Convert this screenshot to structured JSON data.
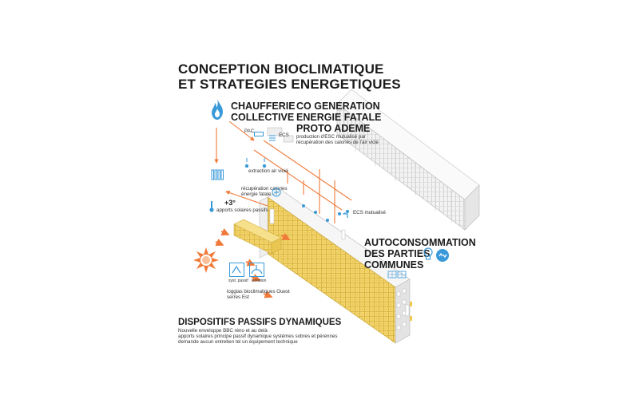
{
  "title": {
    "line1": "CONCEPTION BIOCLIMATIQUE",
    "line2": "ET STRATEGIES ENERGETIQUES"
  },
  "chaufferie": {
    "line1": "CHAUFFERIE",
    "line2": "COLLECTIVE",
    "icon": "flame-icon"
  },
  "cogeneration": {
    "line1": "CO GENERATION",
    "line2": "ENERGIE FATALE",
    "line3": "PROTO ADEME",
    "desc1": "production d'ESC mutualisé par",
    "desc2": "récupération des calories de l'air vicié"
  },
  "labels": {
    "pac": "PAC",
    "ecs": "ECS",
    "extraction": "extraction air vicié",
    "recup1": "récupération calories",
    "recup2": "énergie fatale",
    "ecs_mutualise": "ECS mutualisé",
    "plus3": "+3°",
    "apports": "apports solaires passifs",
    "syst_passif": "syst. passif",
    "isolation": "isolation",
    "loggias1": "loggias bioclimatiques Ouest",
    "loggias2": "serres Est"
  },
  "autoconsommation": {
    "line1": "AUTOCONSOMMATION",
    "line2": "DES PARTIES",
    "line3": "COMMUNES"
  },
  "dispositifs": {
    "title": "DISPOSITIFS PASSIFS DYNAMIQUES",
    "line1": "Nouvelle enveloppe BBC réno et au delà",
    "line2": "apports solaires principe passif dynamique systèmes sobres et pérennes",
    "line3": "demande aucun entretien tel un équipement technique"
  },
  "colors": {
    "orange": "#f07a3a",
    "blue": "#3a9ad9",
    "facade_yellow": "#f2d36b",
    "building_grey": "#e8e8e8",
    "text": "#1b1b1b"
  }
}
